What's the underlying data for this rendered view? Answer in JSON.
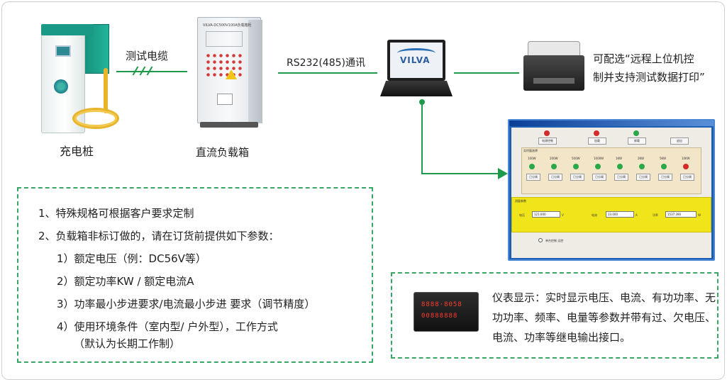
{
  "devices": {
    "charger_label": "充电桩",
    "loadbox_label": "直流负载箱",
    "loadbox_plate": "VILVA-DC500V100A负载箱柜",
    "laptop_brand": "VILVA",
    "printer_text_line1": "可配选“远程上位机控",
    "printer_text_line2": "制并支持测试数据打印”"
  },
  "connections": {
    "cable_label": "测试电缆",
    "comm_label": "RS232(485)通讯"
  },
  "notes": {
    "items": [
      "1、特殊规格可根据客户要求定制",
      "2、负载箱非标订做的，请在订货前提供如下参数：",
      "1）额定电压（例：DC56V等）",
      "2）额定功率KW / 额定电流A",
      "3）功率最小步进要求/电流最小步进 要求（调节精度）",
      "4）使用环境条件（室内型/ 户外型），工作方式",
      "（默认为长期工作制）"
    ]
  },
  "meter": {
    "readout_top": "8888·8058",
    "readout_bottom": "00888888",
    "description": "仪表显示：实时显示电压、电流、有功功率、无功功率、频率、电量等参数并带有过、欠电压、电流、功率等继电输出接口。"
  },
  "software": {
    "top_buttons": [
      "电源控制",
      "加载",
      "卸载",
      "退出"
    ],
    "top_led_colors": [
      "#d42a2a",
      "#d42a2a",
      "#2aa84a",
      null
    ],
    "panel1_title": "实时量选择",
    "load_steps": [
      "100W",
      "200W",
      "500W",
      "1000W",
      "1KW",
      "2KW",
      "5KW",
      "10KW"
    ],
    "load_led_colors": [
      "#2aa84a",
      "#2aa84a",
      "#2aa84a",
      "#2aa84a",
      "#2aa84a",
      "#2aa84a",
      "#2aa84a",
      "#d42a2a"
    ],
    "step_button": "已分闸",
    "panel2_title": "测量参数",
    "fields": [
      {
        "label": "电压",
        "value": "121.000",
        "unit": "V"
      },
      {
        "label": "电流",
        "value": "23.000",
        "unit": "A"
      },
      {
        "label": "功率",
        "value": "1537.390",
        "unit": "W"
      }
    ],
    "bottom_option": "单台控制 远控"
  }
}
